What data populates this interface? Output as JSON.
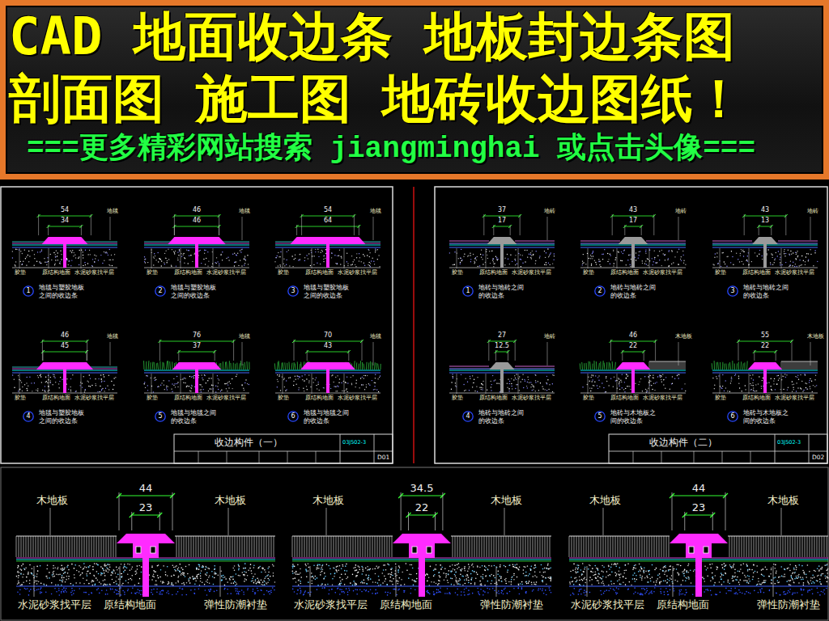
{
  "diagram": {
    "nodes": [
      {
        "text": [
          "CAD 地面收边条 地板封边条图",
          "剖面图 施工图 地砖收边图纸！",
          "===更多精彩网站搜索 jiangminghai 或点击头像==="
        ]
      },
      {
        "text": [
          "1",
          "地毯与塑胶地板之间的收边条"
        ]
      },
      {
        "text": [
          "2",
          "地毯与塑胶地板之间的收边条"
        ]
      },
      {
        "text": [
          "3",
          "地毯与塑胶地板之间的收边条"
        ]
      },
      {
        "text": [
          "4",
          "地毯与塑胶地板之间的收边条"
        ]
      },
      {
        "text": [
          "5",
          "地毯与地毯之间的收边条"
        ]
      },
      {
        "text": [
          "6",
          "地毯与地毯之间的收边条"
        ]
      },
      {
        "text": [
          "1",
          "地砖与地砖之间的收边条"
        ]
      },
      {
        "text": [
          "2",
          "地砖与地砖之间的收边条"
        ]
      },
      {
        "text": [
          "3",
          "地砖与地砖之间的收边条"
        ]
      },
      {
        "text": [
          "4",
          "地砖与地砖之间的收边条"
        ]
      },
      {
        "text": [
          "5",
          "地砖与木地板之间的收边条"
        ]
      },
      {
        "text": [
          "6",
          "地砖与木地板之间的收边条"
        ]
      }
    ],
    "labels": [
      "54",
      "34",
      "地毯",
      "胶垫",
      "原结构地面",
      "水泥砂浆找平层",
      "46",
      "46",
      "地毯",
      "胶垫",
      "原结构地面",
      "水泥砂浆找平层",
      "54",
      "64",
      "地毯",
      "胶垫",
      "原结构地面",
      "水泥砂浆找平层",
      "46",
      "45",
      "地毯",
      "胶垫",
      "原结构地面",
      "水泥砂浆找平层",
      "76",
      "37",
      "地毯",
      "胶垫",
      "原结构地面",
      "水泥砂浆找平层",
      "70",
      "43",
      "地毯",
      "胶垫",
      "原结构地面",
      "水泥砂浆找平层",
      "37",
      "17",
      "地砖",
      "胶垫",
      "原结构地面",
      "水泥砂浆找平层",
      "43",
      "17",
      "地砖",
      "胶垫",
      "原结构地面",
      "水泥砂浆找平层",
      "43",
      "13",
      "地砖",
      "胶垫",
      "原结构地面",
      "水泥砂浆找平层",
      "27",
      "12.5",
      "地砖",
      "胶垫",
      "原结构地面",
      "水泥砂浆找平层",
      "46",
      "22",
      "木地板",
      "胶垫",
      "原结构地面",
      "水泥砂浆找平层",
      "55",
      "22",
      "木地板",
      "胶垫",
      "原结构地面",
      "水泥砂浆找平层",
      "收边构件（一）",
      "03J502-3",
      "D01",
      "收边构件（二）",
      "03J502-3",
      "D02",
      "44",
      "23",
      "木地板",
      "木地板",
      "水泥砂浆找平层",
      "原结构地面",
      "弹性防潮衬垫",
      "34.5",
      "22",
      "木地板",
      "木地板",
      "水泥砂浆找平层",
      "原结构地面",
      "弹性防潮衬垫",
      "44",
      "23",
      "木地板",
      "木地板",
      "水泥砂浆找平层",
      "原结构地面",
      "弹性防潮衬垫"
    ]
  }
}
